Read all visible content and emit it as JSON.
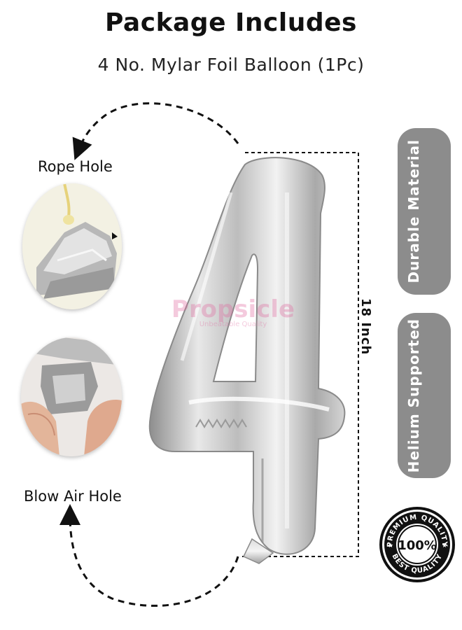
{
  "header": {
    "title": "Package Includes",
    "subtitle": "4 No. Mylar Foil Balloon (1Pc)"
  },
  "callouts": {
    "rope_hole": "Rope Hole",
    "blow_air_hole": "Blow Air Hole"
  },
  "dimension": {
    "label": "18 Inch"
  },
  "features": {
    "durable": "Durable Material",
    "helium": "Helium Supported"
  },
  "stamp": {
    "top_arc": "PREMIUM QUALITY",
    "center": "100%",
    "bottom_arc": "BEST QUALITY"
  },
  "balloon": {
    "digit": "4",
    "color": "#c8c8c8"
  },
  "watermark": {
    "brand": "Propsicle",
    "tagline": "Unbeatable Quality"
  },
  "colors": {
    "pill": "#8c8c8c",
    "text": "#111111"
  }
}
